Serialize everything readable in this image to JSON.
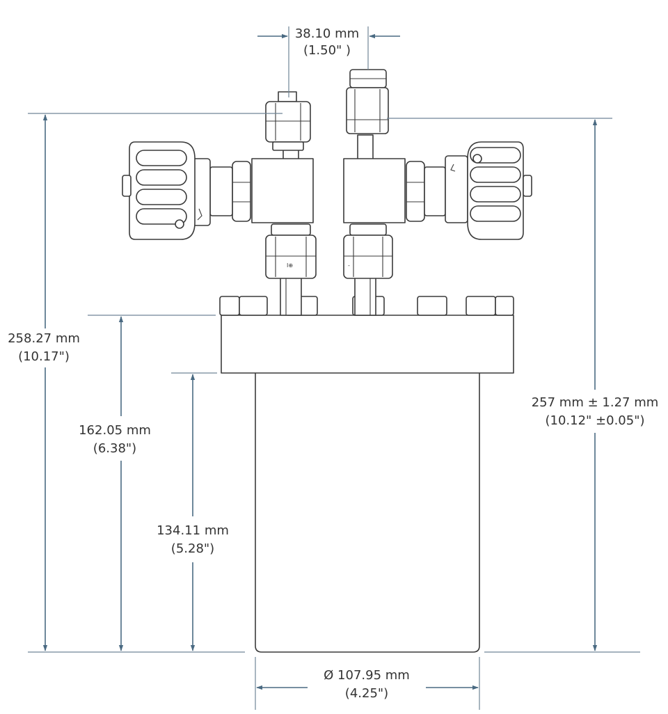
{
  "dimensions": {
    "port_spacing": {
      "metric": "38.10 mm",
      "imperial": "(1.50\" )"
    },
    "overall_height": {
      "metric": "258.27 mm",
      "imperial": "(10.17\")"
    },
    "body_flange_height": {
      "metric": "162.05 mm",
      "imperial": "(6.38\")"
    },
    "body_height": {
      "metric": "134.11 mm",
      "imperial": "(5.28\")"
    },
    "vessel_height": {
      "metric": "257 mm ± 1.27 mm",
      "imperial": "(10.12\" ±0.05\")"
    },
    "diameter": {
      "metric": "Ø 107.95 mm",
      "imperial": "(4.25\")"
    }
  },
  "colors": {
    "dimension": "#4a6a82",
    "outline": "#3a3a3a",
    "text": "#333333"
  }
}
